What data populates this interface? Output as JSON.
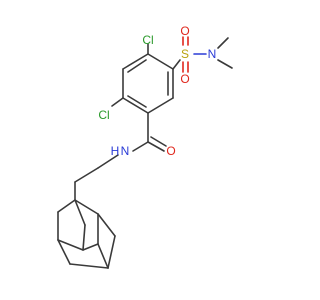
{
  "molecule": {
    "atoms": {
      "cl_top": "Cl",
      "cl_left": "Cl",
      "sulfur": "S",
      "o_sulfonyl_1": "O",
      "o_sulfonyl_2": "O",
      "n_sulfonamide": "N",
      "o_carbonyl": "O",
      "n_amide": "N",
      "h_amide": "H"
    },
    "colors": {
      "carbon_bond": "#3a3a3a",
      "chlorine": "#2b9a2b",
      "sulfur": "#b8a20e",
      "oxygen": "#e0261c",
      "nitrogen": "#2a3bd6"
    }
  }
}
